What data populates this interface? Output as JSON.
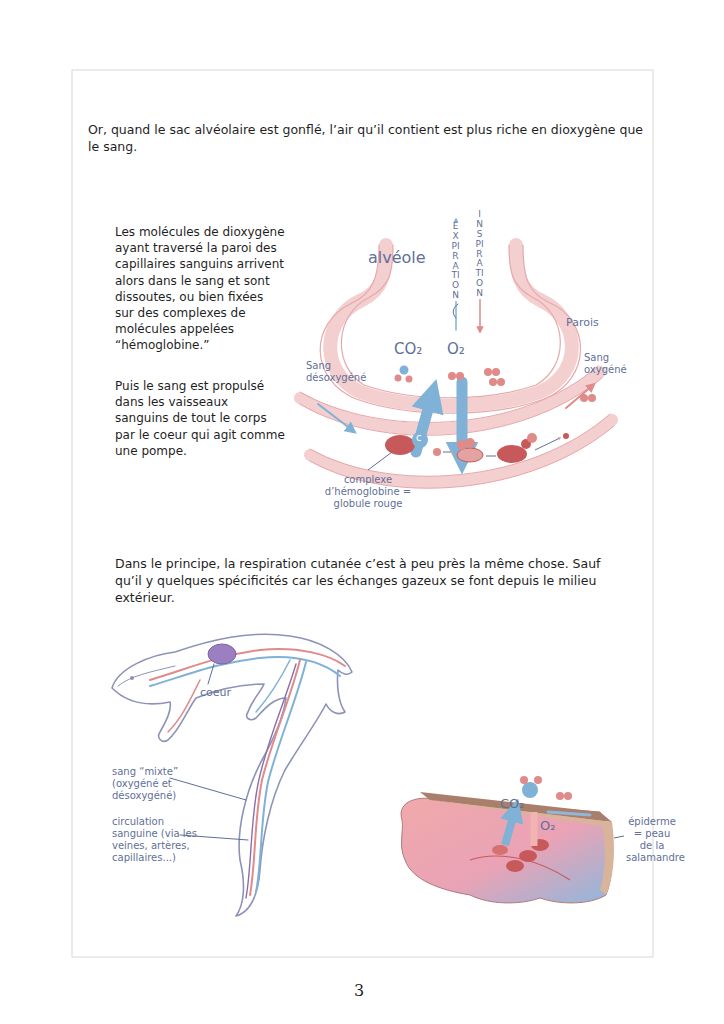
{
  "diagram": {
    "labels": [
      "Or, quand le sac alvéolaire est gonflé, l’air qu’il contient est plus riche en dioxygène que le sang.",
      "Les molécules de dioxygène ayant traversé la paroi des capillaires sanguins arrivent alors dans le sang et sont dissoutes, ou bien fixées sur des complexes de molécules appelées “hémoglobine.”",
      "Puis le sang est propulsé dans les vaisseaux sanguins de tout le corps par le coeur qui agit comme une pompe.",
      "alvéole",
      "EXPIRATION",
      "INSPIRATION",
      "Parois",
      "CO₂",
      "O₂",
      "Sang désoxygéné",
      "Sang oxygéné",
      "c",
      "complexe d’hémoglobine = globule rouge",
      "Dans le principe, la respiration cutanée c’est à peu près la même chose. Sauf qu’il y quelques spécificités car les échanges gazeux se font depuis le milieu extérieur.",
      "coeur",
      "sang “mixte” (oxygéné et désoxygéné)",
      "circulation sanguine (via les veines, artères, capillaires...)",
      "CO₂",
      "O₂",
      "épiderme = peau de la salamandre",
      "3"
    ]
  }
}
